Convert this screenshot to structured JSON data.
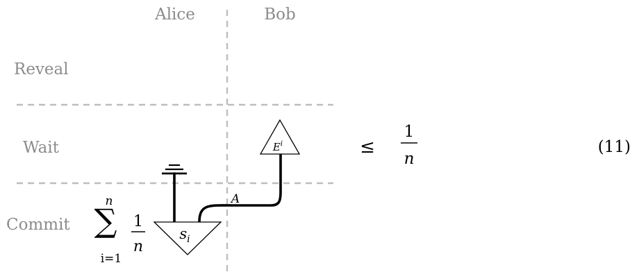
{
  "parties": {
    "left": "Alice",
    "right": "Bob"
  },
  "phases": {
    "top": "Reveal",
    "middle": "Wait",
    "bottom": "Commit"
  },
  "nodes": {
    "state": {
      "base": "s",
      "subscript": "i"
    },
    "effect": {
      "base": "E",
      "superscript": "i"
    }
  },
  "wire_label": "A",
  "sum": {
    "symbol": "∑",
    "upper": "n",
    "lower": "i=1",
    "numerator": "1",
    "denominator": "n"
  },
  "relation": {
    "symbol": "≤",
    "numerator": "1",
    "denominator": "n"
  },
  "equation_number": "(11)"
}
